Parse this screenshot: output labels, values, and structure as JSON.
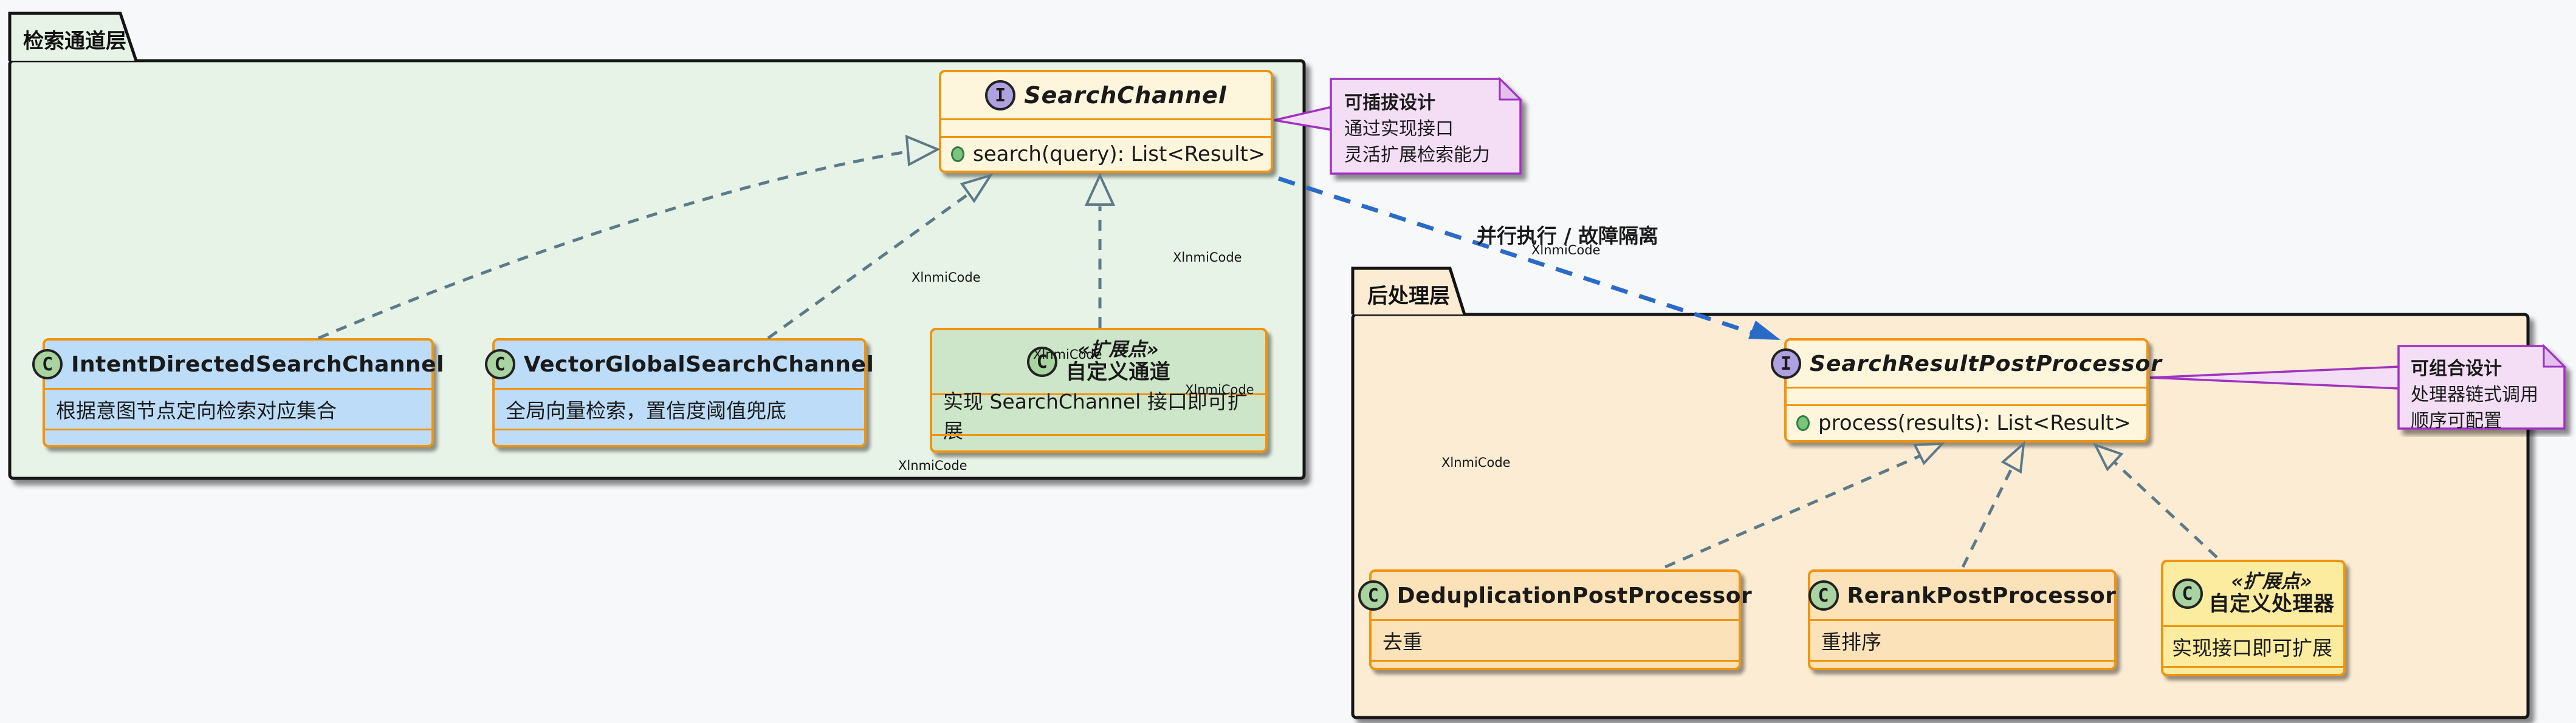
{
  "watermark": "XlnmiCode",
  "edges": {
    "parallel_label": "并行执行 / 故障隔离"
  },
  "left_package": {
    "title": "检索通道层",
    "interface": {
      "badge": "I",
      "name": "SearchChannel",
      "method": "search(query): List<Result>"
    },
    "classes": [
      {
        "badge": "C",
        "name": "IntentDirectedSearchChannel",
        "field": "根据意图节点定向检索对应集合"
      },
      {
        "badge": "C",
        "name": "VectorGlobalSearchChannel",
        "field": "全局向量检索，置信度阈值兜底"
      },
      {
        "badge": "C",
        "stereotype": "«扩展点»",
        "name": "自定义通道",
        "field": "实现 SearchChannel 接口即可扩展"
      }
    ],
    "note": {
      "line1": "可插拔设计",
      "line2": "通过实现接口",
      "line3": "灵活扩展检索能力"
    }
  },
  "right_package": {
    "title": "后处理层",
    "interface": {
      "badge": "I",
      "name": "SearchResultPostProcessor",
      "method": "process(results): List<Result>"
    },
    "classes": [
      {
        "badge": "C",
        "name": "DeduplicationPostProcessor",
        "field": "去重"
      },
      {
        "badge": "C",
        "name": "RerankPostProcessor",
        "field": "重排序"
      },
      {
        "badge": "C",
        "stereotype": "«扩展点»",
        "name": "自定义处理器",
        "field": "实现接口即可扩展"
      }
    ],
    "note": {
      "line1": "可组合设计",
      "line2": "处理器链式调用",
      "line3": "顺序可配置"
    }
  },
  "colors": {
    "package_left_fill": "#e7f3e7",
    "package_right_fill": "#fcecd4",
    "interface_fill": "#fdf6dd",
    "class_blue": "#bcdcf8",
    "class_green": "#cde6c9",
    "class_orange": "#fbe2b8",
    "class_yellow": "#fcec9f",
    "border_orange": "#f0940f",
    "note_fill": "#f3def6",
    "note_border": "#a033c0",
    "edge_gray": "#5d7a88",
    "edge_blue": "#2a6bc8",
    "interface_badge_fill": "#afa0e0",
    "class_badge_fill": "#a9d3a0"
  }
}
